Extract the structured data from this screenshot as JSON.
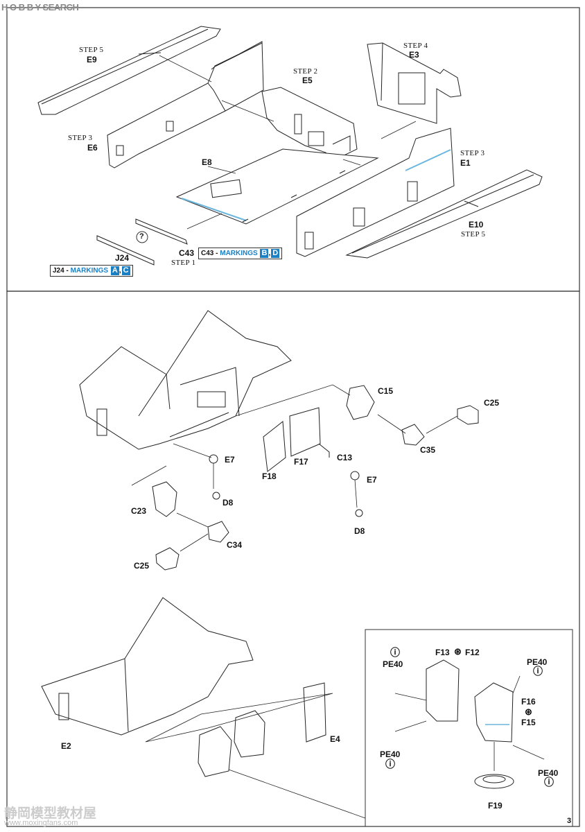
{
  "watermark_top": {
    "brand": "H O B B Y SEARCH"
  },
  "watermark_bottom": {
    "text": "静岡模型教材屋",
    "url": "www.moxingfans.com"
  },
  "page_number": "3",
  "panel1": {
    "parts": {
      "e9": "E9",
      "e3": "E3",
      "e5": "E5",
      "e6": "E6",
      "e8": "E8",
      "e1": "E1",
      "e10": "E10",
      "c43": "C43",
      "j24": "J24"
    },
    "steps": {
      "e9": "STEP 5",
      "e3": "STEP 4",
      "e5": "STEP 2",
      "e6": "STEP 3",
      "e1": "STEP 3",
      "e10": "STEP 5",
      "c43": "STEP 1"
    },
    "question_mark": "?",
    "markings_c43": {
      "part": "C43 -",
      "word": "MARKINGS",
      "a": "B",
      "sep": ",",
      "b": "D"
    },
    "markings_j24": {
      "part": "J24 -",
      "word": "MARKINGS",
      "a": "A",
      "sep": ",",
      "b": "C"
    }
  },
  "panel2": {
    "parts": {
      "c15": "C15",
      "c25a": "C25",
      "c35": "C35",
      "c13": "C13",
      "e7a": "E7",
      "e7b": "E7",
      "d8a": "D8",
      "d8b": "D8",
      "f18": "F18",
      "f17": "F17",
      "c23": "C23",
      "c34": "C34",
      "c25b": "C25"
    }
  },
  "panel3": {
    "parts": {
      "e2": "E2",
      "e4": "E4"
    },
    "inset": {
      "f13": "F13",
      "f12": "F12",
      "f16": "F16",
      "f15": "F15",
      "f19": "F19",
      "pe40a": "PE40",
      "pe40b": "PE40",
      "pe40c": "PE40",
      "pe40d": "PE40"
    }
  }
}
